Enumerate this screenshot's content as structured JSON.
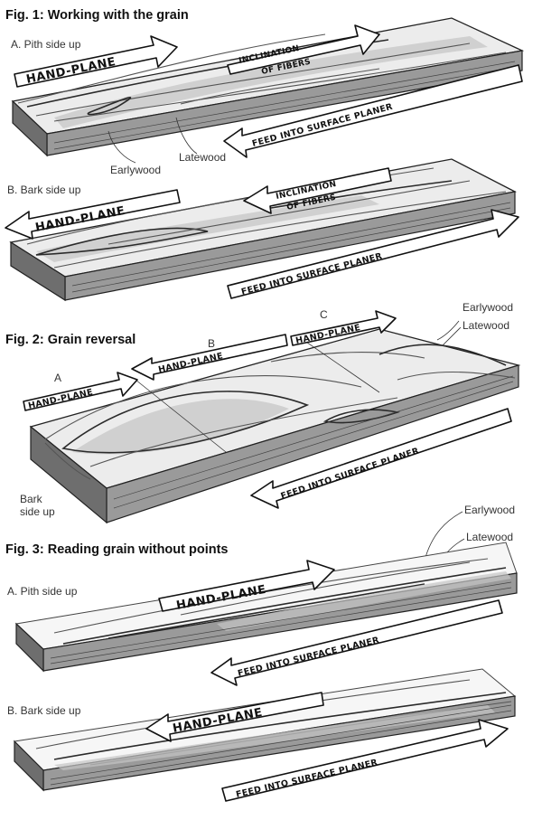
{
  "fig1": {
    "title": "Fig. 1: Working with the grain",
    "a_label": "A. Pith side up",
    "a_handplane": "HAND-PLANE",
    "a_inclination_1": "INCLINATION",
    "a_inclination_2": "OF FIBERS",
    "a_feed": "FEED INTO SURFACE PLANER",
    "earlywood": "Earlywood",
    "latewood": "Latewood",
    "b_label": "B. Bark side up",
    "b_handplane": "HAND-PLANE",
    "b_inclination_1": "INCLINATION",
    "b_inclination_2": "OF FIBERS",
    "b_feed": "FEED INTO SURFACE PLANER"
  },
  "fig2": {
    "title": "Fig. 2: Grain reversal",
    "label_a": "A",
    "label_b": "B",
    "label_c": "C",
    "handplane_a": "HAND-PLANE",
    "handplane_b": "HAND-PLANE",
    "handplane_c": "HAND-PLANE",
    "earlywood": "Earlywood",
    "latewood": "Latewood",
    "feed": "FEED INTO SURFACE PLANER",
    "bark_1": "Bark",
    "bark_2": "side up"
  },
  "fig3": {
    "title": "Fig. 3: Reading grain without points",
    "earlywood": "Earlywood",
    "latewood": "Latewood",
    "a_label": "A. Pith side up",
    "a_handplane": "HAND-PLANE",
    "a_feed": "FEED INTO SURFACE PLANER",
    "b_label": "B. Bark side up",
    "b_handplane": "HAND-PLANE",
    "b_feed": "FEED INTO SURFACE PLANER"
  }
}
